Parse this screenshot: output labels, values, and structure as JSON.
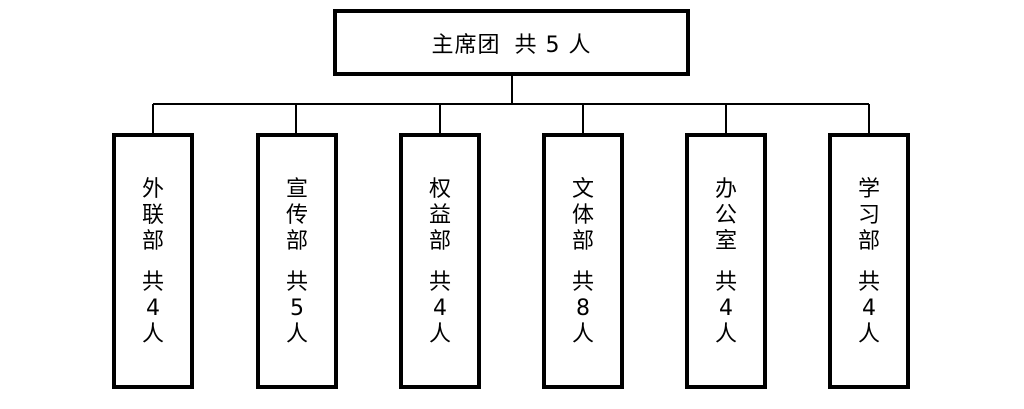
{
  "root": {
    "title": "主席团",
    "count": "共 5 人"
  },
  "departments": [
    {
      "name": "外联部",
      "count": [
        "共",
        "4",
        "人"
      ]
    },
    {
      "name": "宣传部",
      "count": [
        "共",
        "5",
        "人"
      ]
    },
    {
      "name": "权益部",
      "count": [
        "共",
        "4",
        "人"
      ]
    },
    {
      "name": "文体部",
      "count": [
        "共",
        "8",
        "人"
      ]
    },
    {
      "name": "办公室",
      "count": [
        "共",
        "4",
        "人"
      ]
    },
    {
      "name": "学习部",
      "count": [
        "共",
        "4",
        "人"
      ]
    }
  ],
  "colors": {
    "line": "#000000",
    "background": "#ffffff"
  }
}
